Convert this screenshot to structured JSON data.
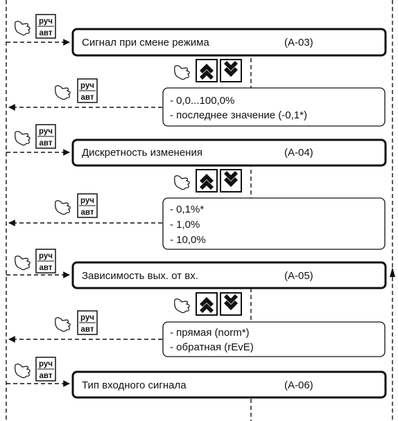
{
  "button": {
    "top": "руч",
    "bottom": "авт"
  },
  "steps": [
    {
      "title": "Сигнал при смене режима",
      "code": "(А-03)",
      "options": [
        "- 0,0...100,0%",
        "- последнее значение (-0,1*)"
      ]
    },
    {
      "title": "Дискретность изменения",
      "code": "(А-04)",
      "options": [
        "- 0,1%*",
        "- 1,0%",
        "- 10,0%"
      ]
    },
    {
      "title": "Зависимость вых. от вх.",
      "code": "(А-05)",
      "options": [
        "- прямая (norm*)",
        "- обратная (rEvE)"
      ]
    },
    {
      "title": "Тип входного сигнала",
      "code": "(А-06)"
    }
  ],
  "icons": {
    "hand": "pointing-hand-icon",
    "up": "up-chevron-icon",
    "down": "down-chevron-icon"
  }
}
